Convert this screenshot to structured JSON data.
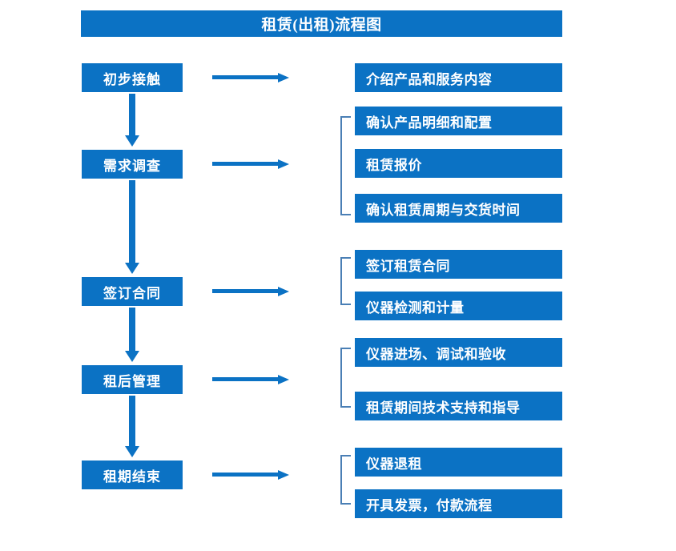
{
  "diagram": {
    "title": "租赁(出租)流程图",
    "accent_color": "#0b72c4",
    "bracket_color": "#4a7fb5",
    "text_color": "#ffffff",
    "background_color": "#ffffff",
    "stages": [
      {
        "label": "初步接触"
      },
      {
        "label": "需求调查"
      },
      {
        "label": "签订合同"
      },
      {
        "label": "租后管理"
      },
      {
        "label": "租期结束"
      }
    ],
    "details": [
      {
        "label": "介绍产品和服务内容"
      },
      {
        "label": "确认产品明细和配置"
      },
      {
        "label": "租赁报价"
      },
      {
        "label": "确认租赁周期与交货时间"
      },
      {
        "label": "签订租赁合同"
      },
      {
        "label": "仪器检测和计量"
      },
      {
        "label": "仪器进场、调试和验收"
      },
      {
        "label": "租赁期间技术支持和指导"
      },
      {
        "label": "仪器退租"
      },
      {
        "label": "开具发票，付款流程"
      }
    ],
    "flow_arrows_horizontal": 5,
    "flow_arrows_vertical": 4,
    "grouping_brackets": 4
  }
}
